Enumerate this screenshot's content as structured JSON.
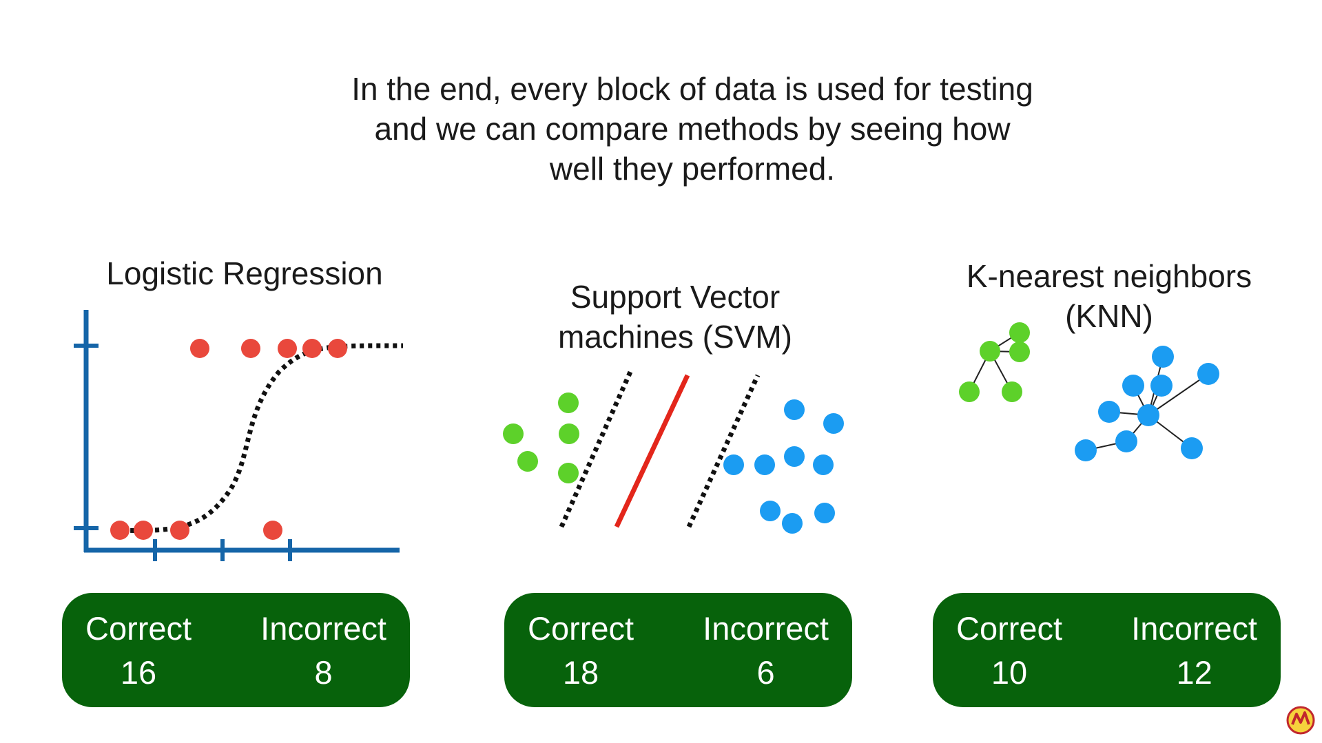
{
  "headline": {
    "line1": "In the end, every block of data is used for testing",
    "line2": "and we can compare methods by seeing how",
    "line3": "well they performed."
  },
  "methods": [
    {
      "title_lines": [
        "Logistic Regression"
      ],
      "correct_label": "Correct",
      "correct_value": "16",
      "incorrect_label": "Incorrect",
      "incorrect_value": "8"
    },
    {
      "title_lines": [
        "Support Vector",
        "machines (SVM)"
      ],
      "correct_label": "Correct",
      "correct_value": "18",
      "incorrect_label": "Incorrect",
      "incorrect_value": "6"
    },
    {
      "title_lines": [
        "K-nearest neighbors",
        "(KNN)"
      ],
      "correct_label": "Correct",
      "correct_value": "10",
      "incorrect_label": "Incorrect",
      "incorrect_value": "12"
    }
  ],
  "colors": {
    "box_green": "#07620b",
    "axis_blue": "#1565a8",
    "dot_red": "#e9483c",
    "dot_green": "#5dd12a",
    "dot_blue": "#1b9cf2",
    "svm_line_red": "#e3261b"
  },
  "icons": {
    "logo": "statquest-logo-icon"
  }
}
